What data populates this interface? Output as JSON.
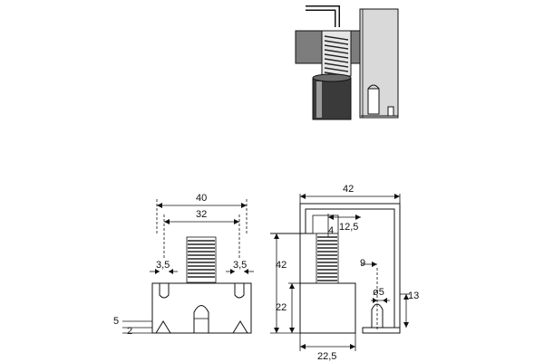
{
  "drawing": {
    "background": "#ffffff",
    "stroke_color": "#111111",
    "photo_dark": "#3a3a3a",
    "photo_mid": "#7d7d7d",
    "photo_light": "#d9d9d9"
  },
  "front_view": {
    "dim_overall_width": "40",
    "dim_inner_width": "32",
    "dim_slot_left": "3,5",
    "dim_slot_right": "3,5",
    "dim_base_height": "5",
    "dim_base_offset": "2"
  },
  "side_view": {
    "dim_overall_width": "42",
    "dim_spring_width": "12,5",
    "dim_spring_offset": "4",
    "dim_total_height": "42",
    "dim_body_height": "22",
    "dim_body_width": "22,5",
    "dim_pin_offset": "9",
    "dim_pin_diameter": "ø5",
    "dim_pin_height": "13"
  }
}
